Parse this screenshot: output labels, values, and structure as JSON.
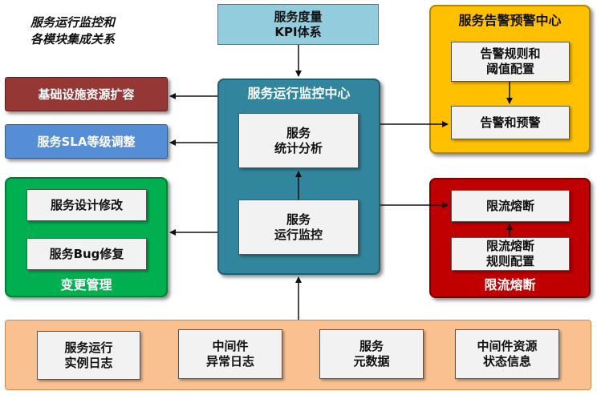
{
  "title": "服务运行监控和\n各模块集成关系",
  "kpi": "服务度量\nKPI体系",
  "monitor_center": {
    "title": "服务运行监控中心",
    "stats": "服务\n统计分析",
    "runtime": "服务\n运行监控"
  },
  "alarm_center": {
    "title": "服务告警预警中心",
    "rules": "告警规则和\n阈值配置",
    "alarm": "告警和预警"
  },
  "infra_scale": "基础设施资源扩容",
  "sla_adjust": "服务SLA等级调整",
  "change_mgmt": {
    "title": "变更管理",
    "design": "服务设计修改",
    "bugfix": "服务Bug修复"
  },
  "rate_limit": {
    "title": "限流熔断",
    "breaker": "限流熔断",
    "rules": "限流熔断\n规则配置"
  },
  "sources": [
    {
      "label": "服务运行\n实例日志"
    },
    {
      "label": "中间件\n异常日志"
    },
    {
      "label": "服务\n元数据"
    },
    {
      "label": "中间件资源\n状态信息"
    }
  ],
  "colors": {
    "monitor_fill": "#31859c",
    "alarm_fill": "#ffc000",
    "infra_fill": "#953735",
    "sla_fill": "#558ed5",
    "change_fill": "#00b050",
    "limit_fill": "#c00000",
    "kpi_fill": "#93cddd",
    "bottom_fill": "#fac090"
  }
}
